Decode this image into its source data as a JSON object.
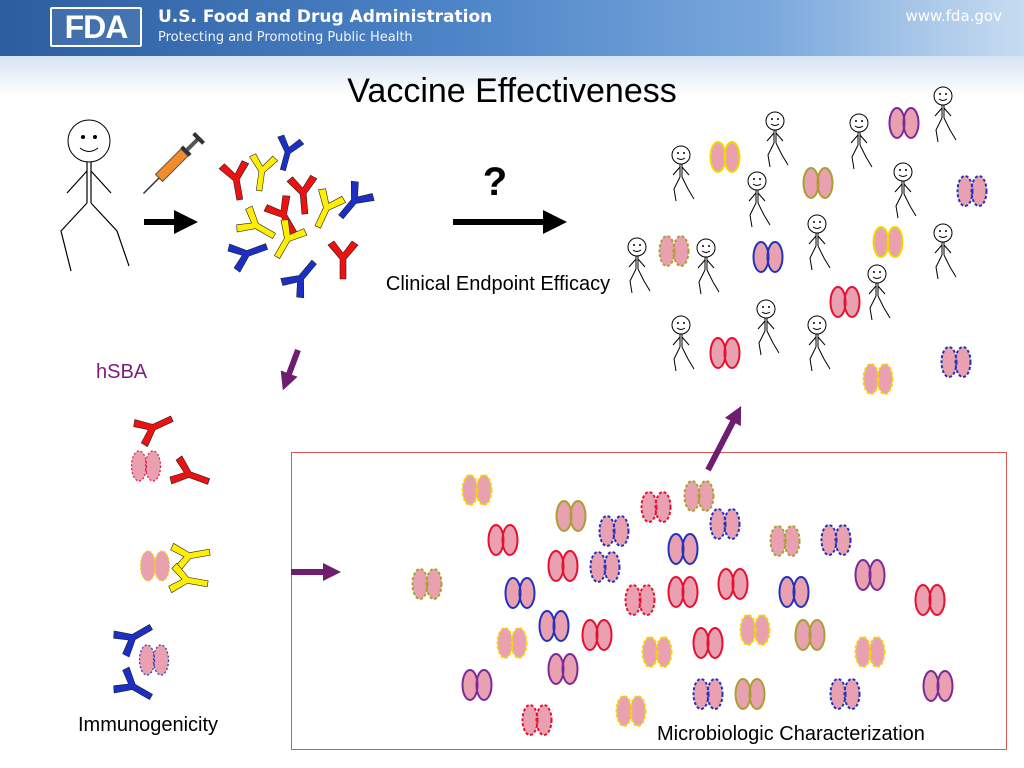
{
  "header": {
    "logo_text": "FDA",
    "org_name": "U.S. Food and Drug Administration",
    "tagline": "Protecting and Promoting Public Health",
    "url": "www.fda.gov"
  },
  "slide": {
    "title": "Vaccine Effectiveness",
    "question_mark": "?",
    "clinical_label": "Clinical Endpoint Efficacy",
    "hsba_label": "hSBA",
    "immunogenicity_label": "Immunogenicity",
    "micro_label": "Microbiologic Characterization"
  },
  "colors": {
    "antibody_red": "#ee1111",
    "antibody_yellow": "#ffee00",
    "antibody_blue": "#1c2fc4",
    "bacterium_fill": "#e9a0b0",
    "arrow_purple": "#6f1d6f",
    "outline_red": "#e8102f",
    "outline_blue": "#2233bb",
    "outline_yellow": "#f0d800",
    "outline_olive": "#a8a030",
    "outline_purple": "#7a2a9a"
  }
}
